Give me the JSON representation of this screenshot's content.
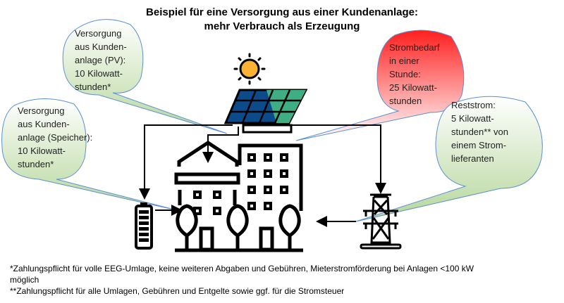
{
  "title": {
    "line1": "Beispiel für eine Versorgung aus einer Kundenanlage:",
    "line2": "mehr Verbrauch als Erzeugung"
  },
  "bubbles": {
    "pv": {
      "lines": [
        "Versorgung",
        "aus Kunden-",
        "anlage (PV):",
        "10 Kilowatt-",
        "stunden*"
      ],
      "color": "#c9e2b3"
    },
    "storage": {
      "lines": [
        "Versorgung",
        "aus Kunden-",
        "anlage (Speicher):",
        "10 Kilowatt-",
        "stunden*"
      ],
      "color": "#c9e2b3"
    },
    "demand": {
      "lines": [
        "Strombedarf",
        "in einer",
        "Stunde:",
        "25 Kilowatt-",
        "stunden"
      ],
      "color": "#ff2a2a"
    },
    "residual": {
      "lines": [
        "Reststrom:",
        "5 Kilowatt-",
        "stunden** von",
        "einem Strom-",
        "lieferanten"
      ],
      "color": "#c9e2b3"
    }
  },
  "icons": [
    "sun-icon",
    "solar-panel-icon",
    "building-icon",
    "battery-icon",
    "power-pylon-icon"
  ],
  "footnotes": [
    "*Zahlungspflicht für volle EEG-Umlage, keine weiteren Abgaben und Gebühren, Mieterstromförderung bei Anlagen <100 kW",
    "möglich",
    "**Zahlungspflicht für alle Umlagen, Gebühren und Entgelte sowie ggf. für die Stromsteuer"
  ]
}
